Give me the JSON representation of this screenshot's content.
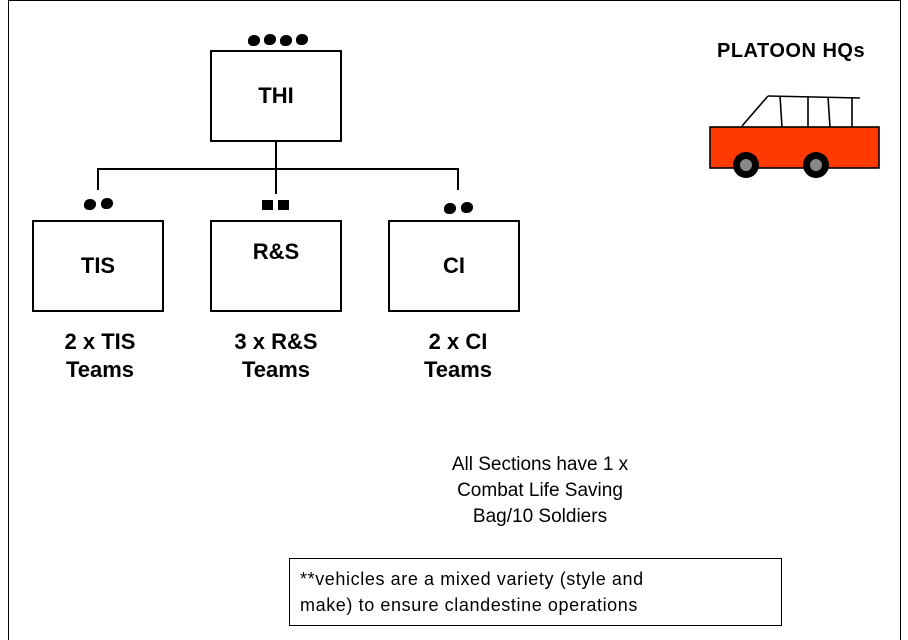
{
  "hq": {
    "label": "THI"
  },
  "sections": [
    {
      "label": "TIS",
      "teams_line1": "2 x TIS",
      "teams_line2": "Teams"
    },
    {
      "label": "R&S",
      "teams_line1": "3 x R&S",
      "teams_line2": "Teams"
    },
    {
      "label": "CI",
      "teams_line1": "2 x CI",
      "teams_line2": "Teams"
    }
  ],
  "platoon": {
    "title": "PLATOON HQs",
    "vehicle_color": "#ff3a00",
    "vehicle_icon": "truck-icon"
  },
  "notes": {
    "sections_line1": "All Sections have 1 x",
    "sections_line2": "Combat Life Saving",
    "sections_line3": "Bag/10 Soldiers",
    "vehicles_line1": "**vehicles are a mixed variety (style and",
    "vehicles_line2": "make) to ensure clandestine operations"
  }
}
